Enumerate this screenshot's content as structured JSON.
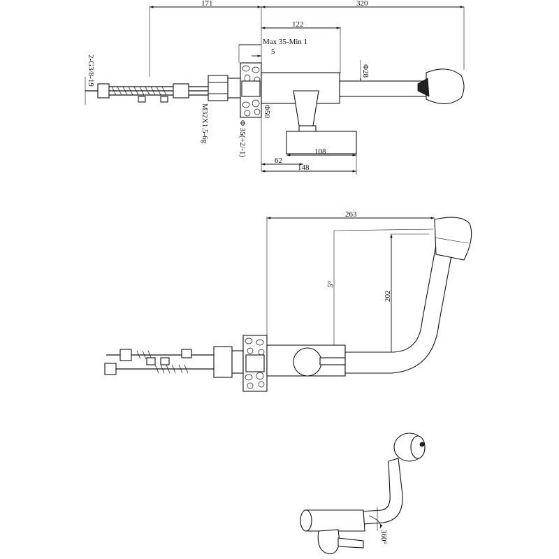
{
  "top_view": {
    "dim_171": "171",
    "dim_320": "320",
    "dim_122": "122",
    "dim_max_min": "Max 35-Min 1",
    "dim_5": "5",
    "dim_phi28": "Φ28",
    "dim_phi50": "Φ50",
    "dim_phi35": "Φ 35(+2/-1)",
    "dim_g38": "2-G3/8-19",
    "dim_m32": "M32X1.5-6g",
    "dim_108": "108",
    "dim_62": "62",
    "dim_148": "148"
  },
  "side_view": {
    "dim_263": "263",
    "dim_5deg": "5°",
    "dim_202": "202"
  },
  "iso_view": {
    "dim_360": "360°"
  }
}
